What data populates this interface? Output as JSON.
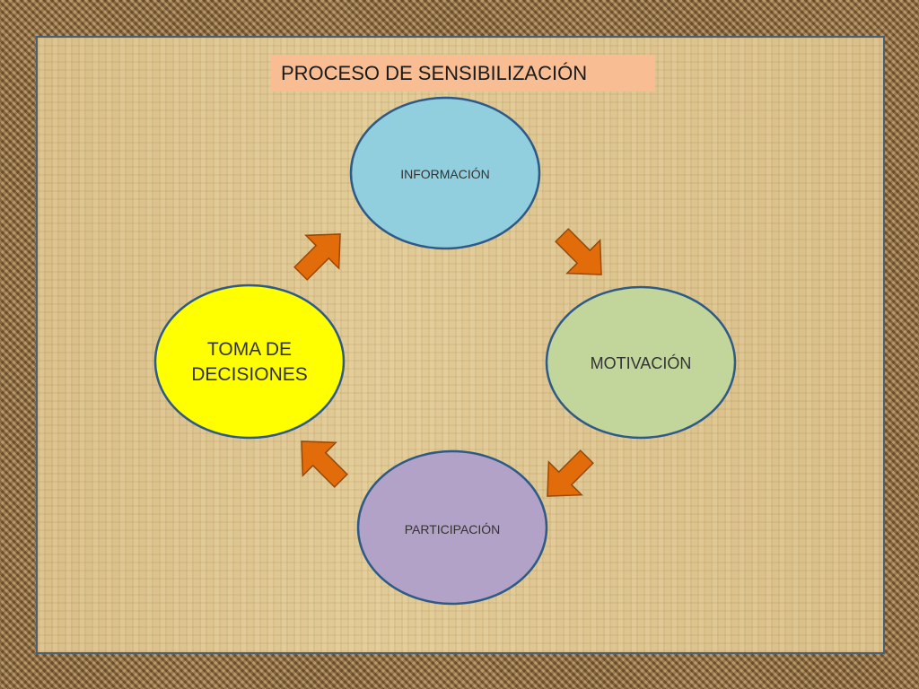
{
  "title": "PROCESO DE SENSIBILIZACIÓN",
  "nodes": {
    "informacion": {
      "label": "INFORMACIÓN",
      "fill": "#91cede"
    },
    "motivacion": {
      "label": "MOTIVACIÓN",
      "fill": "#c2d69b"
    },
    "participacion": {
      "label": "PARTICIPACIÓN",
      "fill": "#b3a2c7"
    },
    "toma": {
      "line1": "TOMA DE",
      "line2": "DECISIONES",
      "fill": "#ffff00"
    }
  },
  "colors": {
    "ellipse_stroke": "#2e5a87",
    "arrow_fill": "#e36c0a",
    "arrow_stroke": "#984807",
    "title_bg": "#f8bd92"
  },
  "flow": [
    "informacion",
    "motivacion",
    "participacion",
    "toma",
    "informacion"
  ]
}
